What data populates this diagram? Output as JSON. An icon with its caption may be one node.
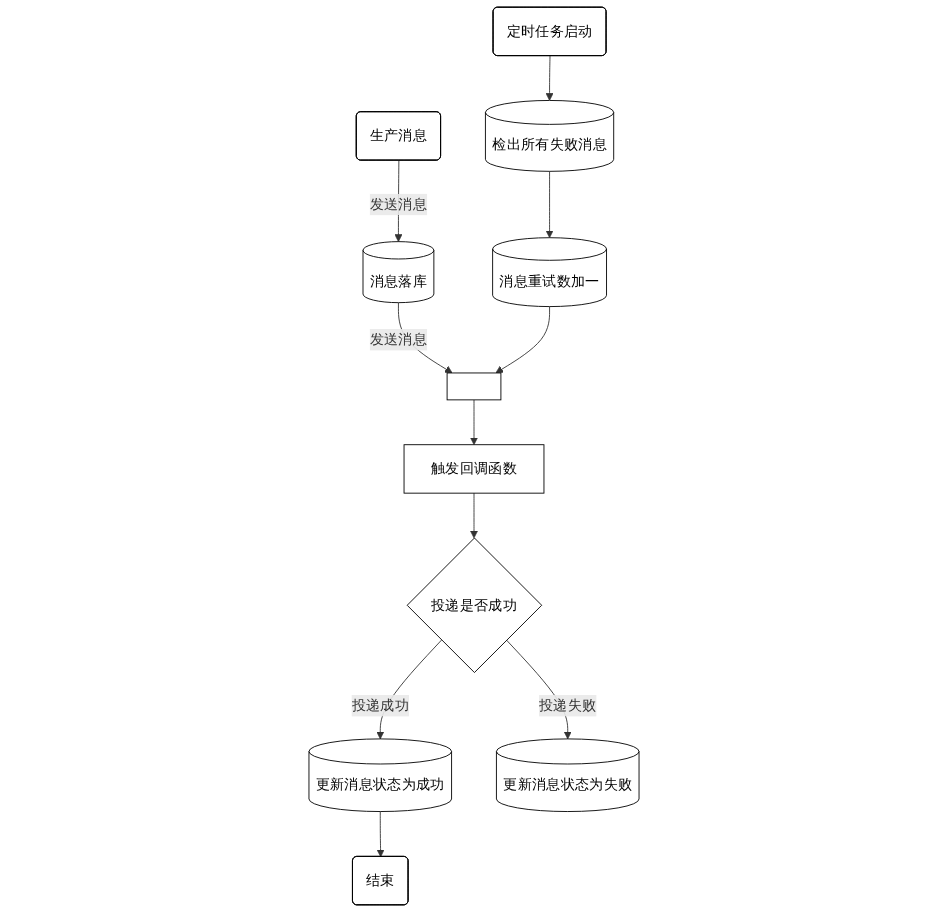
{
  "diagram": {
    "nodes": [
      {
        "text": [
          "生产消息"
        ]
      },
      {
        "text": [
          "消息落库"
        ]
      },
      {
        "text": [],
        "shape": "box"
      },
      {
        "text": [
          "触发回调函数"
        ]
      },
      {
        "text": [
          "投递是否成功"
        ]
      },
      {
        "text": [
          "更新消息状态为成功"
        ]
      },
      {
        "text": [
          "更新消息状态为失败"
        ]
      },
      {
        "text": [
          "结束"
        ]
      },
      {
        "text": [
          "定时任务启动"
        ]
      },
      {
        "text": [
          "检出所有失败消息"
        ]
      },
      {
        "text": [
          "消息重试数加一"
        ]
      }
    ],
    "edges": [
      {
        "from": 0,
        "to": 1,
        "arrow": "to",
        "label": "发送消息"
      },
      {
        "from": 1,
        "to": 2,
        "arrow": "to",
        "label": "发送消息"
      },
      {
        "from": 2,
        "to": 3,
        "arrow": "to"
      },
      {
        "from": 3,
        "to": 4,
        "arrow": "to"
      },
      {
        "from": 4,
        "to": 5,
        "arrow": "to",
        "label": "投递成功"
      },
      {
        "from": 4,
        "to": 6,
        "arrow": "to",
        "label": "投递失败"
      },
      {
        "from": 5,
        "to": 7,
        "arrow": "to"
      },
      {
        "from": 8,
        "to": 9,
        "arrow": "to"
      },
      {
        "from": 9,
        "to": 10,
        "arrow": "to"
      },
      {
        "from": 10,
        "to": 2,
        "arrow": "to"
      }
    ]
  }
}
